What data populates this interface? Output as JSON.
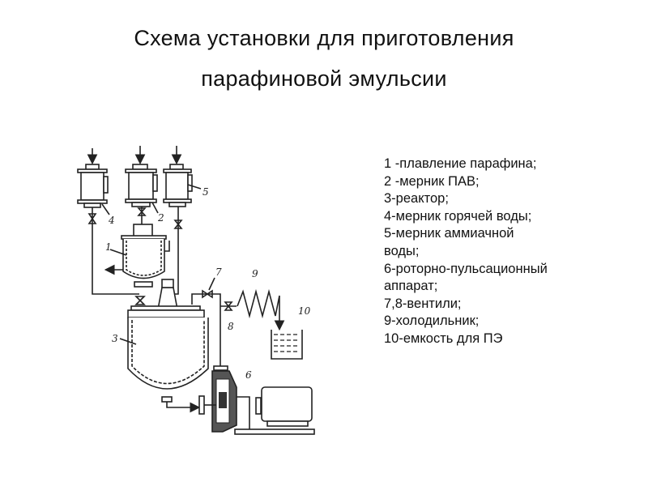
{
  "title": {
    "line1": "Схема установки для приготовления",
    "line2": "парафиновой эмульсии"
  },
  "legend": [
    "1 -плавление парафина;",
    "2 -мерник ПАВ;",
    "3-реактор;",
    "4-мерник горячей воды;",
    "5-мерник аммиачной",
    "воды;",
    "6-роторно-пульсационный",
    "аппарат;",
    "7,8-вентили;",
    "9-холодильник;",
    "10-емкость для ПЭ"
  ],
  "diagram_labels": {
    "n1": "1",
    "n2": "2",
    "n3": "3",
    "n4": "4",
    "n5": "5",
    "n6": "6",
    "n7": "7",
    "n8": "8",
    "n9": "9",
    "n10": "10"
  }
}
